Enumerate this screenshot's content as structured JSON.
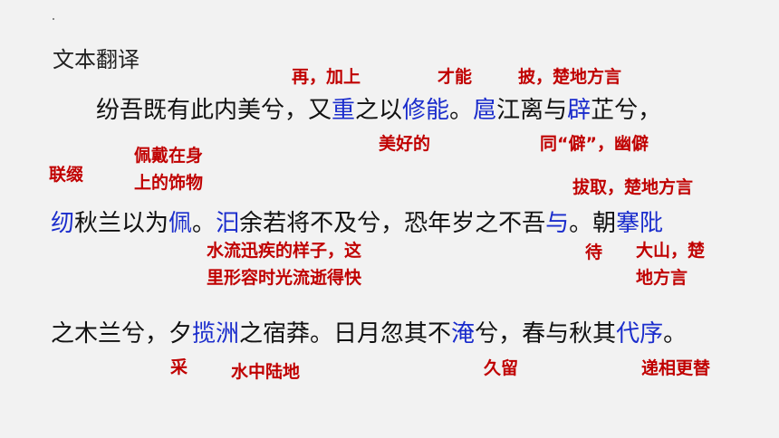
{
  "title": "文本翻译",
  "lines": [
    [
      {
        "t": "纷吾既有此内美兮，又"
      },
      {
        "t": "重",
        "hl": true
      },
      {
        "t": "之以"
      },
      {
        "t": "修能",
        "hl": true
      },
      {
        "t": "。"
      },
      {
        "t": "扈",
        "hl": true
      },
      {
        "t": "江离与"
      },
      {
        "t": "辟",
        "hl": true
      },
      {
        "t": "芷兮，"
      }
    ],
    [
      {
        "t": "纫",
        "hl": true
      },
      {
        "t": "秋兰以为"
      },
      {
        "t": "佩",
        "hl": true
      },
      {
        "t": "。"
      },
      {
        "t": "汩",
        "hl": true
      },
      {
        "t": "余若将不及兮，恐年岁之不吾"
      },
      {
        "t": "与",
        "hl": true
      },
      {
        "t": "。朝"
      },
      {
        "t": "搴阰",
        "hl": true
      }
    ],
    [
      {
        "t": "之木兰兮，夕"
      },
      {
        "t": "揽洲",
        "hl": true
      },
      {
        "t": "之宿莽。日月忽其不"
      },
      {
        "t": "淹",
        "hl": true
      },
      {
        "t": "兮，春与秋其"
      },
      {
        "t": "代序",
        "hl": true
      },
      {
        "t": "。"
      }
    ]
  ],
  "notes": {
    "n1": "再，加上",
    "n2": "才能",
    "n3": "披，楚地方言",
    "n4": "美好的",
    "n5": "同“僻”，幽僻",
    "n6": "联缀",
    "n7a": "佩戴在身",
    "n7b": "上的饰物",
    "n8": "拔取，楚地方言",
    "n9a": "水流迅疾的样子，这",
    "n9b": "里形容时光流逝得快",
    "n10": "待",
    "n11a": "大山，楚",
    "n11b": "地方言",
    "n12": "采",
    "n13": "水中陆地",
    "n14": "久留",
    "n15": "递相更替"
  }
}
